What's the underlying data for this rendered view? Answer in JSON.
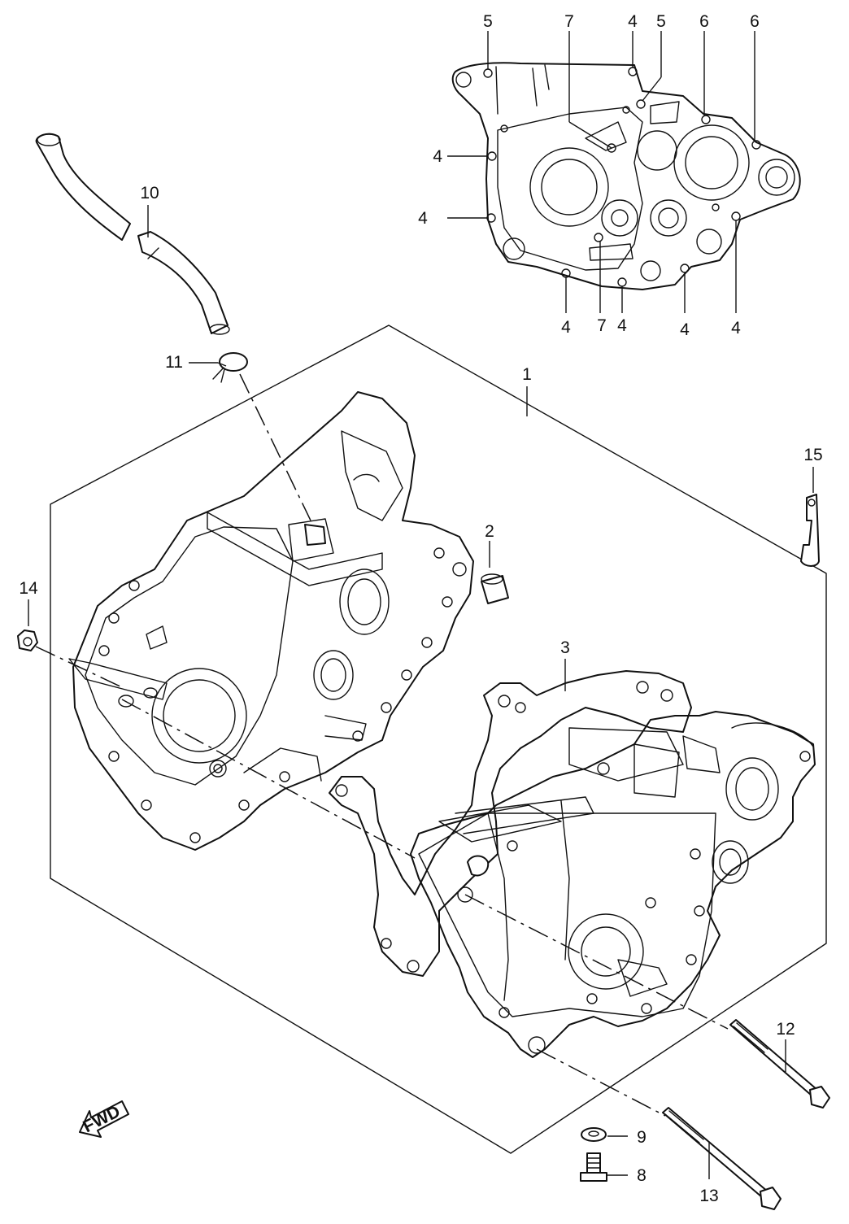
{
  "callouts": [
    {
      "id": "c5a",
      "label": "5"
    },
    {
      "id": "c7a",
      "label": "7"
    },
    {
      "id": "c4a",
      "label": "4"
    },
    {
      "id": "c5b",
      "label": "5"
    },
    {
      "id": "c6a",
      "label": "6"
    },
    {
      "id": "c6b",
      "label": "6"
    },
    {
      "id": "c4b",
      "label": "4"
    },
    {
      "id": "c4c",
      "label": "4"
    },
    {
      "id": "c4d",
      "label": "4"
    },
    {
      "id": "c7b",
      "label": "7"
    },
    {
      "id": "c4e",
      "label": "4"
    },
    {
      "id": "c4f",
      "label": "4"
    },
    {
      "id": "c4g",
      "label": "4"
    },
    {
      "id": "c10",
      "label": "10"
    },
    {
      "id": "c11",
      "label": "11"
    },
    {
      "id": "c1",
      "label": "1"
    },
    {
      "id": "c15",
      "label": "15"
    },
    {
      "id": "c2",
      "label": "2"
    },
    {
      "id": "c14",
      "label": "14"
    },
    {
      "id": "c3",
      "label": "3"
    },
    {
      "id": "c12",
      "label": "12"
    },
    {
      "id": "c9",
      "label": "9"
    },
    {
      "id": "c8",
      "label": "8"
    },
    {
      "id": "c13",
      "label": "13"
    }
  ],
  "direction_marker": {
    "label": "FWD"
  }
}
